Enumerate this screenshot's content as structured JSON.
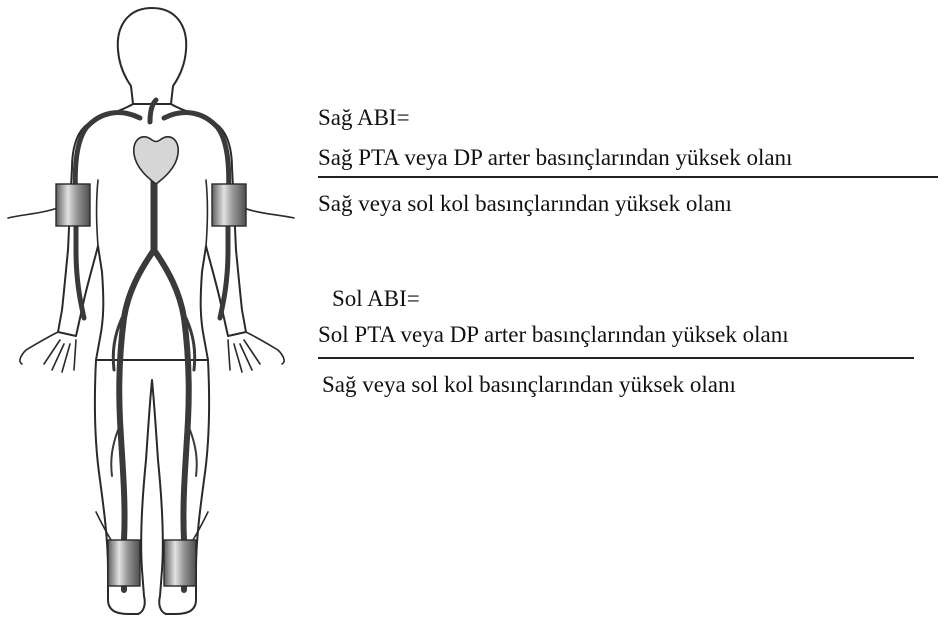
{
  "right_abi": {
    "label": "Sağ ABI=",
    "numerator": "Sağ PTA veya DP arter basınçlarından yüksek olanı",
    "denominator": "Sağ veya sol kol basınçlarından yüksek olanı"
  },
  "left_abi": {
    "label": "Sol ABI=",
    "numerator": "Sol PTA veya DP arter basınçlarından yüksek olanı",
    "denominator": "Sağ veya sol kol basınçlarından yüksek olanı"
  },
  "colors": {
    "outline": "#2a2a2a",
    "artery": "#3a3a3a",
    "heart": "#d6d6d6",
    "cuff_dark": "#6a6a6a",
    "cuff_light": "#d4d4d4"
  },
  "icons": [
    "human-body-illustration",
    "heart-icon",
    "blood-pressure-cuff-icon"
  ]
}
